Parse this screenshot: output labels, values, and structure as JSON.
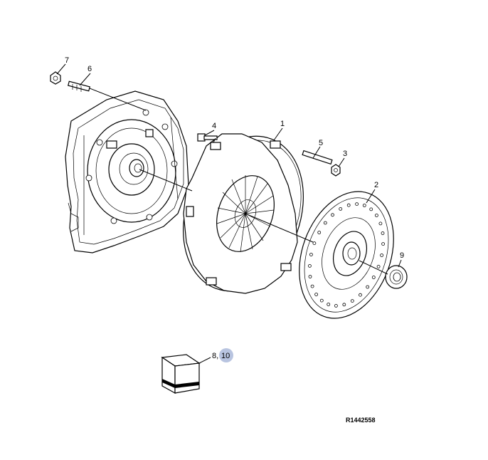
{
  "callouts": [
    {
      "id": "p7",
      "label": "7"
    },
    {
      "id": "p6",
      "label": "6"
    },
    {
      "id": "p4",
      "label": "4"
    },
    {
      "id": "p1",
      "label": "1"
    },
    {
      "id": "p5",
      "label": "5"
    },
    {
      "id": "p3",
      "label": "3"
    },
    {
      "id": "p2",
      "label": "2"
    },
    {
      "id": "p9",
      "label": "9"
    }
  ],
  "kit_label": {
    "prefix": "8,",
    "highlighted": "10"
  },
  "reference": "R1442558",
  "colors": {
    "highlight": "#b8c4e0",
    "line": "#000000"
  }
}
